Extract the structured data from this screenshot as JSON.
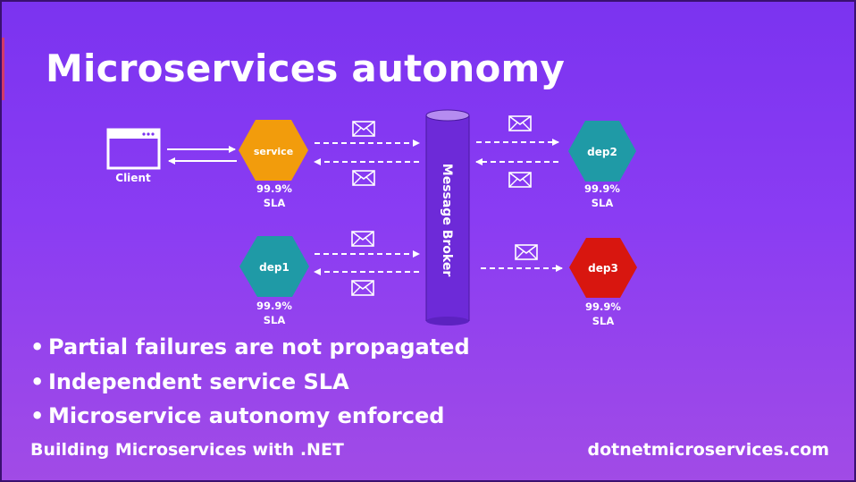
{
  "slide": {
    "title": "Microservices autonomy",
    "bullets": [
      "Partial failures are not propagated",
      "Independent service SLA",
      "Microservice autonomy enforced"
    ],
    "footer_left": "Building Microservices with .NET",
    "footer_right": "dotnetmicroservices.com"
  },
  "diagram": {
    "client_label": "Client",
    "broker_label": "Message Broker",
    "nodes": {
      "service": {
        "label": "service",
        "sla_value": "99.9%",
        "sla_unit": "SLA",
        "color": "#f29c0c"
      },
      "dep1": {
        "label": "dep1",
        "sla_value": "99.9%",
        "sla_unit": "SLA",
        "color": "#1f9aa6"
      },
      "dep2": {
        "label": "dep2",
        "sla_value": "99.9%",
        "sla_unit": "SLA",
        "color": "#1f9aa6"
      },
      "dep3": {
        "label": "dep3",
        "sla_value": "99.9%",
        "sla_unit": "SLA",
        "color": "#d8160f"
      }
    },
    "broker_color": "#6d2ad8",
    "icons": [
      "browser-window-icon",
      "envelope-icon",
      "arrow-right-icon",
      "arrow-left-icon"
    ]
  }
}
